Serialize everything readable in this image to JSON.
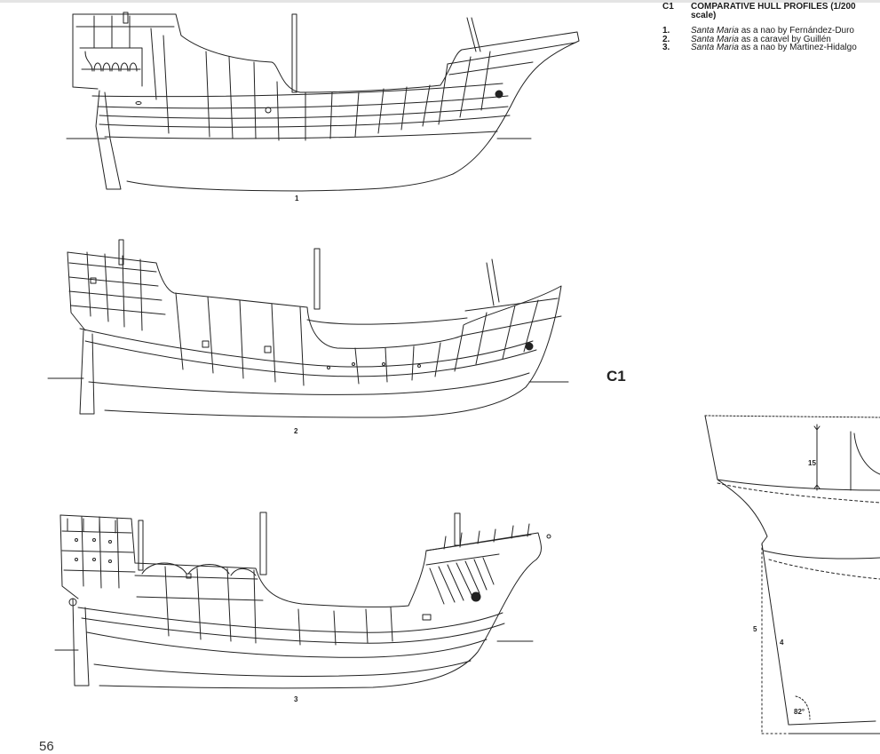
{
  "caption": {
    "code": "C1",
    "title": "COMPARATIVE HULL PROFILES (1/200 scale)",
    "items": [
      {
        "num": "1.",
        "name": "Santa Maria",
        "desc": "as a nao by Fernández-Duro"
      },
      {
        "num": "2.",
        "name": "Santa Maria",
        "desc": "as a caravel by Guillén"
      },
      {
        "num": "3.",
        "name": "Santa Maria",
        "desc": "as a nao by Martinez-Hidalgo"
      }
    ]
  },
  "plate_code": "C1",
  "page_number": "56",
  "figures": [
    {
      "label": "1"
    },
    {
      "label": "2"
    },
    {
      "label": "3"
    }
  ],
  "detail": {
    "dim_15": "15",
    "dim_5": "5",
    "dim_4": "4",
    "angle": "82°"
  }
}
